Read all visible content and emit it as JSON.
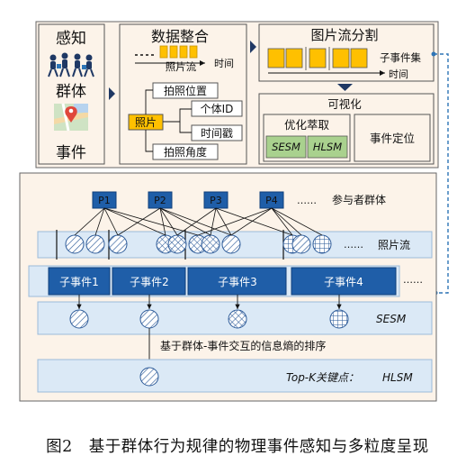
{
  "panel_top": {
    "sense": {
      "title": "感知",
      "group": "群体",
      "event": "事件"
    },
    "integration": {
      "title": "数据整合",
      "stream": "照片流",
      "time": "时间"
    },
    "factors": {
      "position": "拍照位置",
      "photo": "照片",
      "person_id": "个体ID",
      "timestamp": "时间戳",
      "angle": "拍照角度"
    },
    "segmentation": {
      "title": "图片流分割",
      "subset": "子事件集",
      "time": "时间"
    },
    "visualization": {
      "title": "可视化",
      "optimize": "优化萃取",
      "sesm": "SESM",
      "hlsm": "HLSM",
      "locate": "事件定位"
    }
  },
  "panel_bottom": {
    "participants": [
      "P1",
      "P2",
      "P3",
      "P4"
    ],
    "ellipsis": "……",
    "participants_label": "参与者群体",
    "photo_stream_label": "照片流",
    "subevents": [
      "子事件1",
      "子事件2",
      "子事件3",
      "子事件4"
    ],
    "sesm_label": "SESM",
    "ranking_label": "基于群体-事件交互的信息熵的排序",
    "topk_label": "Top-K关键点：",
    "hlsm_label": "HLSM"
  },
  "caption": "图2　基于群体行为规律的物理事件感知与多粒度呈现",
  "colors": {
    "panel_bg": "#fcf3e9",
    "panel_border": "#555555",
    "orange": "#ffc000",
    "blue_dark": "#1f5ea8",
    "blue_light": "#dbe9f6",
    "green": "#a9d18e",
    "navy_arrow": "#1f3864",
    "dashed": "#2e75b6"
  }
}
